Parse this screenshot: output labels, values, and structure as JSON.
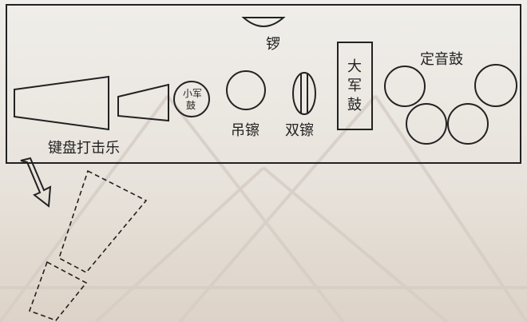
{
  "labels": {
    "keyboard_percussion": "键盘打击乐",
    "snare_drum_line1": "小军",
    "snare_drum_line2": "鼓",
    "suspended_cymbal": "吊镲",
    "gong": "锣",
    "crash_cymbals": "双镲",
    "bass_drum_line1": "大",
    "bass_drum_line2": "军",
    "bass_drum_line3": "鼓",
    "timpani": "定音鼓"
  },
  "colors": {
    "stroke": "#222222",
    "stage_fill": "#ffffff",
    "background_top": "#f0eeea",
    "background_bottom": "#ddd3c8",
    "background_lines": "#c8bfb5"
  }
}
